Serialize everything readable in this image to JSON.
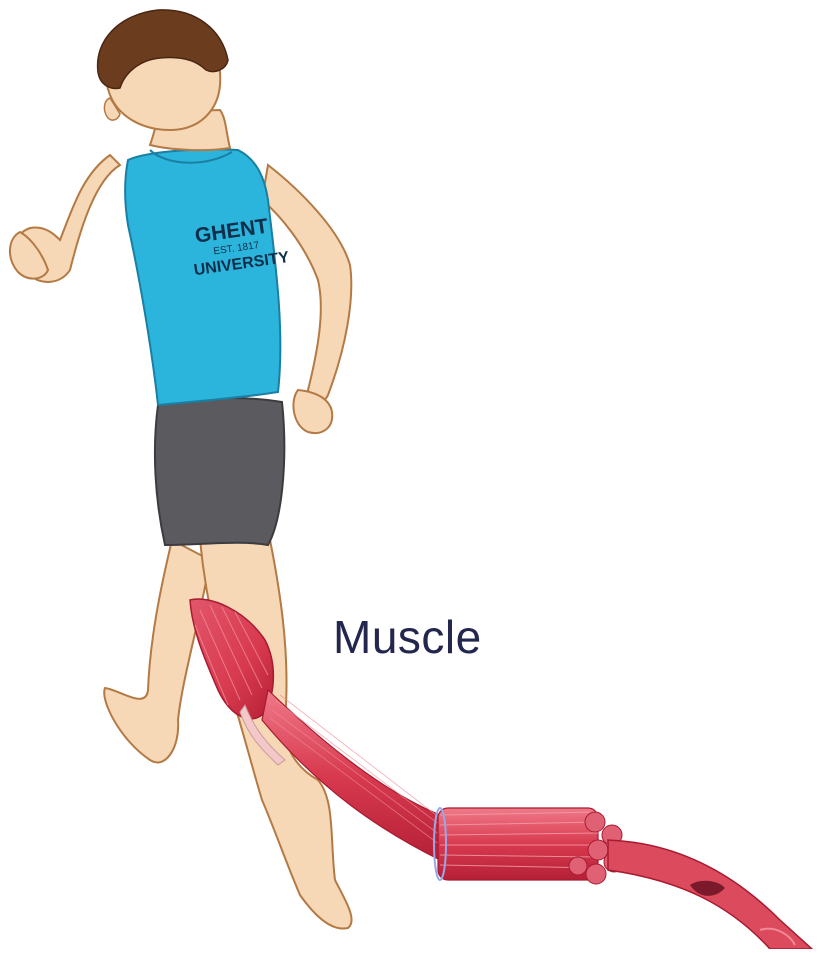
{
  "labels": {
    "muscle": "Muscle"
  },
  "shirt_print": {
    "line1": "GHENT",
    "line2": "EST. 1817",
    "line3": "UNIVERSITY"
  },
  "colors": {
    "background": "#ffffff",
    "label": "#23264d",
    "skin": "#f6d8b6",
    "skin_outline": "#b47a45",
    "hair": "#6b3d1e",
    "tank_top": "#2bb4dc",
    "shorts": "#5b5b5f",
    "muscle": "#d83a4f",
    "muscle_dark": "#b52037",
    "tendon": "#f4c8c8"
  }
}
